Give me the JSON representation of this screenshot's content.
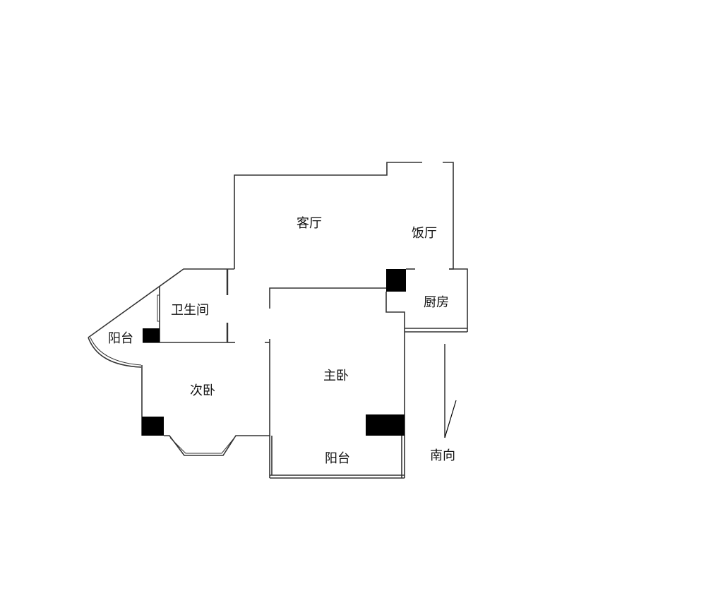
{
  "rooms": {
    "living_room": "客厅",
    "dining_room": "饭厅",
    "kitchen": "厨房",
    "bathroom": "卫生间",
    "west_balcony": "阳台",
    "second_bedroom": "次卧",
    "master_bedroom": "主卧",
    "south_balcony": "阳台"
  },
  "orientation": "南向",
  "colors": {
    "wall": "#333333",
    "column": "#000000"
  }
}
